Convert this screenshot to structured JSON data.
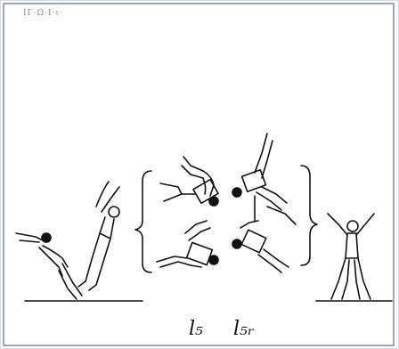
{
  "header": {
    "scribble": "ΙΓ·Ω·Ι·ι·"
  },
  "labels": {
    "left": "l₅",
    "right": "l₅ᵣ"
  },
  "colors": {
    "ink": "#111111",
    "frame": "#9aa7c2"
  }
}
